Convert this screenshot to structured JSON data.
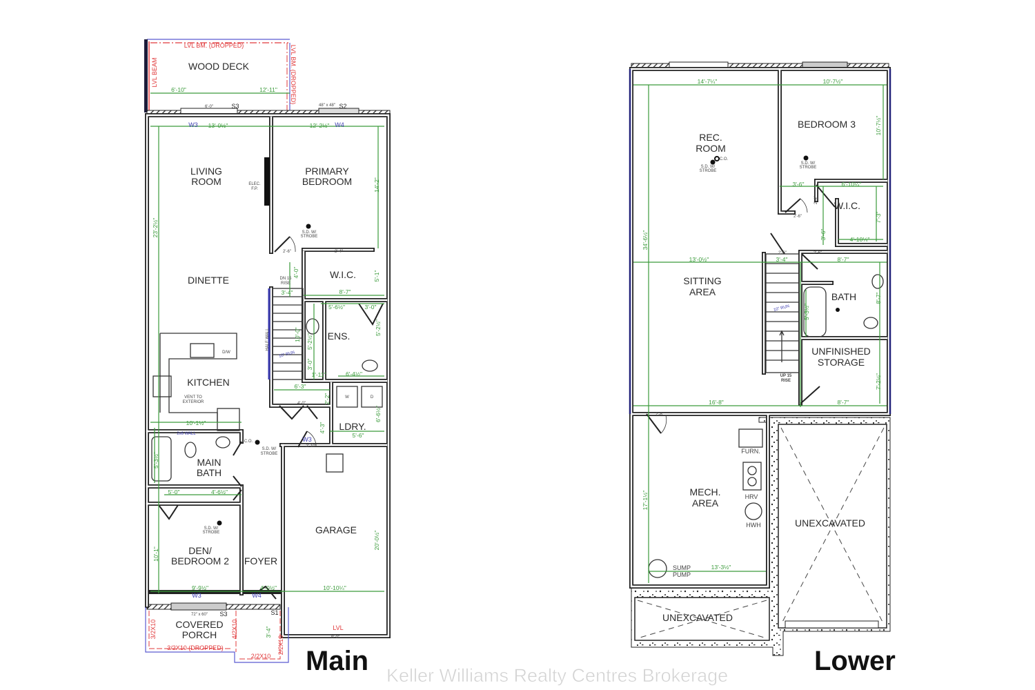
{
  "watermark": "Keller Williams Realty Centres  Brokerage",
  "colors": {
    "walls": "#222222",
    "dimensions": "#3a9a3a",
    "beams": "#e0383a",
    "windows": "#3a3ab0"
  },
  "main": {
    "caption": "Main",
    "rooms": {
      "wood_deck": [
        "WOOD DECK"
      ],
      "living": [
        "LIVING",
        "ROOM"
      ],
      "primary": [
        "PRIMARY",
        "BEDROOM"
      ],
      "dinette": [
        "DINETTE"
      ],
      "wic": [
        "W.I.C."
      ],
      "ens": [
        "ENS."
      ],
      "kitchen": [
        "KITCHEN"
      ],
      "main_bath": [
        "MAIN",
        "BATH"
      ],
      "ldry": [
        "LDRY."
      ],
      "garage": [
        "GARAGE"
      ],
      "den": [
        "DEN/",
        "BEDROOM 2"
      ],
      "foyer": [
        "FOYER"
      ],
      "porch": [
        "COVERED",
        "PORCH"
      ]
    },
    "dimensions": {
      "deck_left": "6'-10\"",
      "deck_right": "12'-11\"",
      "living_w": "13'-0½\"",
      "primary_w": "12'-2½\"",
      "primary_h": "14'-2\"",
      "living_h": "23'-2½\"",
      "wic_h1": "4'-0\"",
      "stair_w": "3'-4\"",
      "wic_w": "8'-7\"",
      "wic_h": "5'-1\"",
      "ens_w": "5'-6½\"",
      "shower_w": "3'-0\"",
      "stair_len": "10'-0\"",
      "ens_h": "5'-2½\"",
      "shower_h": "5'-2½\"",
      "lin_h": "3'-0\"",
      "lin_w": "1'-11\"",
      "ens_w2": "6'-4½\"",
      "closet_w": "6'-3\"",
      "closet_h": "2'-2\"",
      "ldry_h": "4'-3\"",
      "ldry_w": "5'-6\"",
      "ldry_h2": "6'-6½\"",
      "kitchen_w": "10'-1½\"",
      "bath_h": "5'-3½\"",
      "den_closet_w": "5'-0\"",
      "hall_w": "4'-6½\"",
      "den_h": "10'-1\"",
      "den_w": "9'-9½\"",
      "foyer_w": "4'-0½\"",
      "garage_w": "10'-10¼\"",
      "garage_h": "20'-0½\"",
      "porch_h": "3'-4\""
    },
    "annotations": {
      "lvl_bm_top": "LVL BM. (DROPPED)",
      "lvl_beam_left": "LVL BEAM",
      "lvl_bm_right": "LVL BM. (DROPPED)",
      "s3_top": "S3",
      "s3_size": "6'-0\"",
      "s2": "S2",
      "s2_size": "48\" x 48\"",
      "w3_top": "W3",
      "w4_top": "W4",
      "elec_fp": [
        "ELEC.",
        "F.P."
      ],
      "sd_primary": [
        "S.D. W/",
        "STROBE"
      ],
      "dn_rise": [
        "DN 15",
        "RISE"
      ],
      "half_wall": "HALF WALL",
      "run": "10\" RUN",
      "dw": "D/W",
      "vent": [
        "VENT TO",
        "EXTERIOR"
      ],
      "washer": "W",
      "dryer": "D",
      "co": "C.O.",
      "sd_hall": [
        "S.D. W/",
        "STROBE"
      ],
      "wall_2x6": "2x6 WALL",
      "w3_ldry": "W3",
      "door_2_10": "2'-10\"",
      "sd_den": [
        "S.D. W/",
        "STROBE"
      ],
      "door_2_6": "2'-6\"",
      "door_2_4": "2'-4\"",
      "closet_4_0": "4'-0\"",
      "w3_bottom": "W3",
      "w4_bottom": "W4",
      "s3_bottom": "S3",
      "s3_bottom_size": "72\" x 60\"",
      "s1": "S1",
      "lvl_garage": "LVL",
      "porch_beam_bottom": "3/2X10 (DROPPED)",
      "porch_beam_left": "3/2X10",
      "porch_beam_mid": "4/2X10",
      "porch_beam_right": "2/2X10",
      "porch_beam_step": "2/2X10",
      "garage_door": "9'-0\""
    }
  },
  "lower": {
    "caption": "Lower",
    "rooms": {
      "rec": [
        "REC.",
        "ROOM"
      ],
      "bed3": [
        "BEDROOM 3"
      ],
      "wic": [
        "W.I.C."
      ],
      "sitting": [
        "SITTING",
        "AREA"
      ],
      "bath": [
        "BATH"
      ],
      "storage": [
        "UNFINISHED",
        "STORAGE"
      ],
      "mech": [
        "MECH.",
        "AREA"
      ],
      "unex_right": [
        "UNEXCAVATED"
      ],
      "unex_bottom": [
        "UNEXCAVATED"
      ]
    },
    "dimensions": {
      "rec_w": "14'-7¼\"",
      "bed3_w": "10'-7½\"",
      "bed3_h": "10'-7½\"",
      "total_h": "34'-6½\"",
      "hall_w": "3'-6\"",
      "wic_w": "6'-10¼\"",
      "wic_h": "7'-3\"",
      "wic_w2": "4'-10¼\"",
      "hall_h": "3'-6\"",
      "wic_door": "2'-4\"",
      "sitting_w": "13'-0½\"",
      "stair_w": "3'-4\"",
      "bath_w": "8'-7\"",
      "tub_h": "5'-3½\"",
      "bath_h": "8'-7\"",
      "lower_w": "16'-8\"",
      "storage_w": "8'-7\"",
      "storage_h": "7'-2½\"",
      "mech_h": "17'-1½\"",
      "mech_w": "13'-3½\"",
      "door_2_6": "2'-6\"",
      "door_2_6b": "2'-6\"",
      "door_2_4": "2'-4\"",
      "door_2_6c": "2'-6\"",
      "door_2_8": "2'-8\""
    },
    "annotations": {
      "sd_rec": [
        "S.D. W/",
        "STROBE"
      ],
      "co": "C.O.",
      "sd_bed3": [
        "S.D. W/",
        "STROBE"
      ],
      "run": "10\" RUN",
      "up_rise": [
        "UP 15",
        "RISE"
      ],
      "furn": "FURN.",
      "hrv": "HRV",
      "hwh": "HWH",
      "sump": [
        "SUMP",
        "PUMP"
      ]
    }
  }
}
